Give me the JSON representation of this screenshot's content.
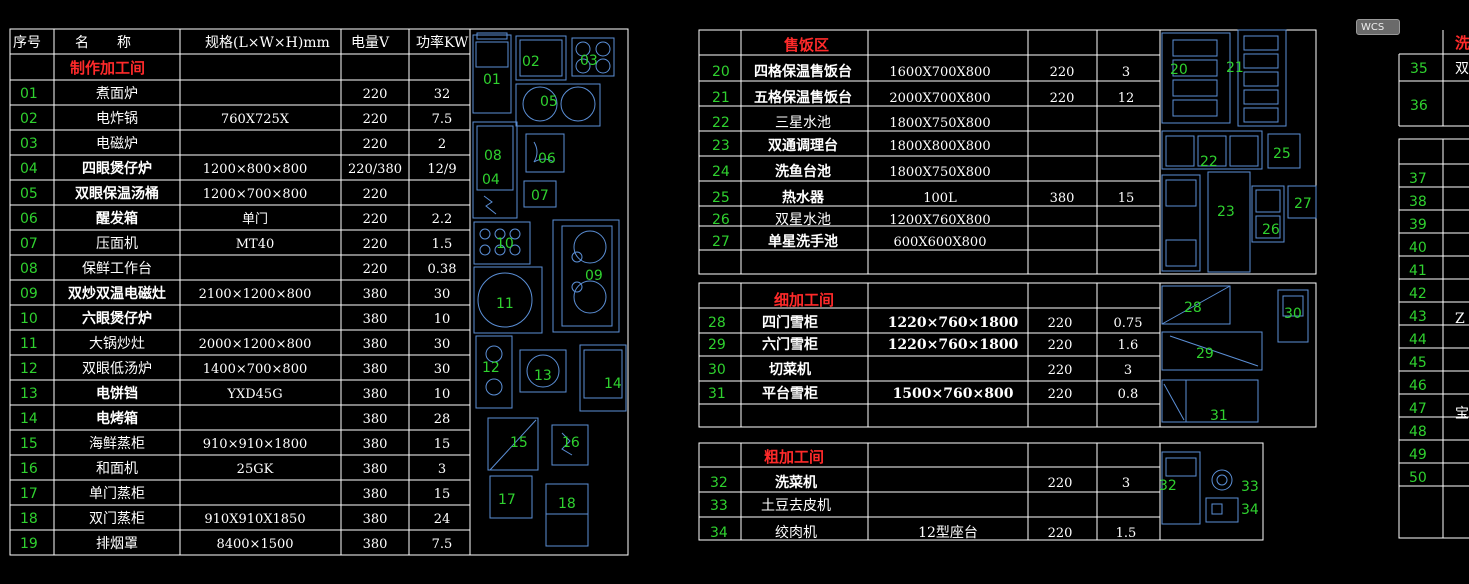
{
  "viewport": {
    "ucs_label": "WCS"
  },
  "left_table": {
    "headers": [
      "序号",
      "名　　称",
      "规格(L×W×H)mm",
      "电量V",
      "功率KW"
    ],
    "section": "制作加工间",
    "rows": [
      {
        "no": "01",
        "name": "煮面炉",
        "spec": "",
        "v": "220",
        "kw": "32"
      },
      {
        "no": "02",
        "name": "电炸锅",
        "spec": "760X725X",
        "v": "220",
        "kw": "7.5"
      },
      {
        "no": "03",
        "name": "电磁炉",
        "spec": "",
        "v": "220",
        "kw": "2"
      },
      {
        "no": "04",
        "name": "四眼煲仔炉",
        "spec": "1200×800×800",
        "v": "220/380",
        "kw": "12/9"
      },
      {
        "no": "05",
        "name": "双眼保温汤桶",
        "spec": "1200×700×800",
        "v": "220",
        "kw": ""
      },
      {
        "no": "06",
        "name": "醒发箱",
        "spec": "单门",
        "v": "220",
        "kw": "2.2"
      },
      {
        "no": "07",
        "name": "压面机",
        "spec": "MT40",
        "v": "220",
        "kw": "1.5"
      },
      {
        "no": "08",
        "name": "保鲜工作台",
        "spec": "",
        "v": "220",
        "kw": "0.38"
      },
      {
        "no": "09",
        "name": "双炒双温电磁灶",
        "spec": "2100×1200×800",
        "v": "380",
        "kw": "30"
      },
      {
        "no": "10",
        "name": "六眼煲仔炉",
        "spec": "",
        "v": "380",
        "kw": "10"
      },
      {
        "no": "11",
        "name": "大锅炒灶",
        "spec": "2000×1200×800",
        "v": "380",
        "kw": "30"
      },
      {
        "no": "12",
        "name": "双眼低汤炉",
        "spec": "1400×700×800",
        "v": "380",
        "kw": "30"
      },
      {
        "no": "13",
        "name": "电饼铛",
        "spec": "YXD45G",
        "v": "380",
        "kw": "10"
      },
      {
        "no": "14",
        "name": "电烤箱",
        "spec": "",
        "v": "380",
        "kw": "28"
      },
      {
        "no": "15",
        "name": "海鲜蒸柜",
        "spec": "910×910×1800",
        "v": "380",
        "kw": "15"
      },
      {
        "no": "16",
        "name": "和面机",
        "spec": "25GK",
        "v": "380",
        "kw": "3"
      },
      {
        "no": "17",
        "name": "单门蒸柜",
        "spec": "",
        "v": "380",
        "kw": "15"
      },
      {
        "no": "18",
        "name": "双门蒸柜",
        "spec": "910X910X1850",
        "v": "380",
        "kw": "24"
      },
      {
        "no": "19",
        "name": "排烟罩",
        "spec": "8400×1500",
        "v": "380",
        "kw": "7.5"
      }
    ],
    "equip_labels": [
      "01",
      "02",
      "03",
      "04",
      "05",
      "06",
      "07",
      "08",
      "09",
      "10",
      "11",
      "12",
      "13",
      "14",
      "15",
      "16",
      "17",
      "18"
    ]
  },
  "sale_table": {
    "section": "售饭区",
    "rows": [
      {
        "no": "20",
        "name": "四格保温售饭台",
        "spec": "1600X700X800",
        "v": "220",
        "kw": "3"
      },
      {
        "no": "21",
        "name": "五格保温售饭台",
        "spec": "2000X700X800",
        "v": "220",
        "kw": "12"
      },
      {
        "no": "22",
        "name": "三星水池",
        "spec": "1800X750X800",
        "v": "",
        "kw": ""
      },
      {
        "no": "23",
        "name": "双通调理台",
        "spec": "1800X800X800",
        "v": "",
        "kw": ""
      },
      {
        "no": "24",
        "name": "洗鱼台池",
        "spec": "1800X750X800",
        "v": "",
        "kw": ""
      },
      {
        "no": "25",
        "name": "热水器",
        "spec": "100L",
        "v": "380",
        "kw": "15"
      },
      {
        "no": "26",
        "name": "双星水池",
        "spec": "1200X760X800",
        "v": "",
        "kw": ""
      },
      {
        "no": "27",
        "name": "单星洗手池",
        "spec": "600X600X800",
        "v": "",
        "kw": ""
      }
    ],
    "equip_labels": [
      "20",
      "21",
      "22",
      "25",
      "23",
      "27",
      "26"
    ]
  },
  "fine_table": {
    "section": "细加工间",
    "rows": [
      {
        "no": "28",
        "name": "四门雪柜",
        "spec": "1220×760×1800",
        "v": "220",
        "kw": "0.75"
      },
      {
        "no": "29",
        "name": "六门雪柜",
        "spec": "1220×760×1800",
        "v": "220",
        "kw": "1.6"
      },
      {
        "no": "30",
        "name": "切菜机",
        "spec": "",
        "v": "220",
        "kw": "3"
      },
      {
        "no": "31",
        "name": "平台雪柜",
        "spec": "1500×760×800",
        "v": "220",
        "kw": "0.8"
      }
    ],
    "equip_labels": [
      "28",
      "29",
      "30",
      "31"
    ]
  },
  "rough_table": {
    "section": "粗加工间",
    "rows": [
      {
        "no": "32",
        "name": "洗菜机",
        "spec": "",
        "v": "220",
        "kw": "3"
      },
      {
        "no": "33",
        "name": "土豆去皮机",
        "spec": "",
        "v": "",
        "kw": ""
      },
      {
        "no": "34",
        "name": "绞肉机",
        "spec": "12型座台",
        "v": "220",
        "kw": "1.5"
      }
    ],
    "equip_labels": [
      "32",
      "33",
      "34"
    ]
  },
  "right_partial": {
    "col_nums_top": [
      "35",
      "36"
    ],
    "col_nums": [
      "37",
      "38",
      "39",
      "40",
      "41",
      "42",
      "43",
      "44",
      "45",
      "46",
      "47",
      "48",
      "49",
      "50"
    ],
    "fragments": [
      "洗",
      "双",
      "Z",
      "宝"
    ]
  },
  "colors": {
    "section": "#ff2a2a",
    "number": "#2fd12f",
    "equipment": "#5b8fd6",
    "line": "#ffffff"
  }
}
